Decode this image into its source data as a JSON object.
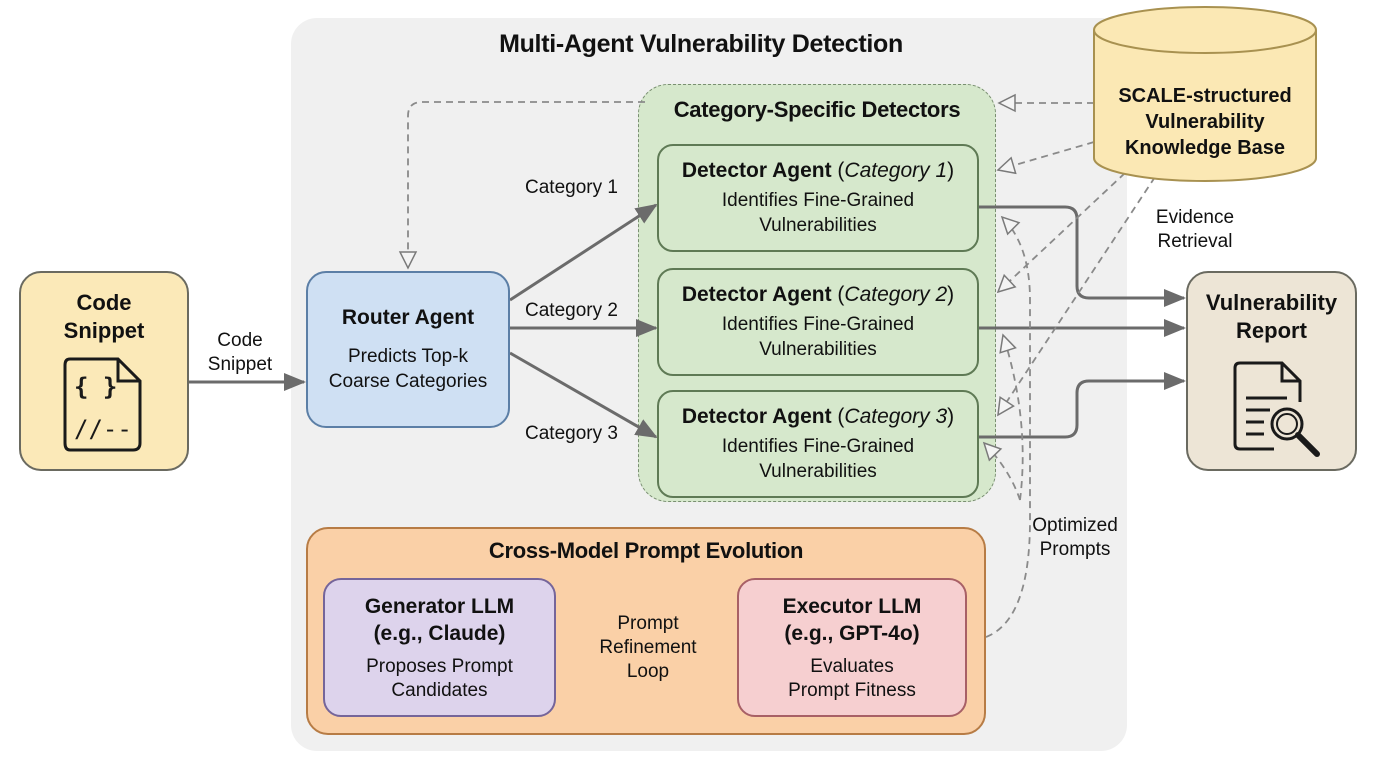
{
  "diagram": {
    "title": "Multi-Agent Vulnerability Detection",
    "input": {
      "title_line1": "Code",
      "title_line2": "Snippet",
      "icon": "code-file-icon",
      "icon_text_line1": "{ }",
      "icon_text_line2": "//--"
    },
    "input_edge_label": {
      "line1": "Code",
      "line2": "Snippet"
    },
    "router": {
      "title": "Router Agent",
      "desc_line1": "Predicts Top-k",
      "desc_line2": "Coarse Categories"
    },
    "route_labels": [
      "Category 1",
      "Category 2",
      "Category 3"
    ],
    "detectors_group": {
      "title": "Category-Specific Detectors",
      "detectors": [
        {
          "name": "Detector Agent",
          "category": "Category 1",
          "desc_line1": "Identifies Fine-Grained",
          "desc_line2": "Vulnerabilities"
        },
        {
          "name": "Detector Agent",
          "category": "Category 2",
          "desc_line1": "Identifies Fine-Grained",
          "desc_line2": "Vulnerabilities"
        },
        {
          "name": "Detector Agent",
          "category": "Category 3",
          "desc_line1": "Identifies Fine-Grained",
          "desc_line2": "Vulnerabilities"
        }
      ]
    },
    "knowledge_base": {
      "line1": "SCALE-structured",
      "line2": "Vulnerability",
      "line3": "Knowledge Base"
    },
    "evidence_label": {
      "line1": "Evidence",
      "line2": "Retrieval"
    },
    "output": {
      "title_line1": "Vulnerability",
      "title_line2": "Report",
      "icon": "report-search-icon"
    },
    "prompt_evolution": {
      "title": "Cross-Model Prompt Evolution",
      "generator": {
        "title_line1": "Generator LLM",
        "title_line2": "(e.g., Claude)",
        "desc_line1": "Proposes Prompt",
        "desc_line2": "Candidates"
      },
      "loop_label": {
        "line1": "Prompt",
        "line2": "Refinement",
        "line3": "Loop"
      },
      "executor": {
        "title_line1": "Executor LLM",
        "title_line2": "(e.g., GPT-4o)",
        "desc_line1": "Evaluates",
        "desc_line2": "Prompt Fitness"
      }
    },
    "optimized_label": {
      "line1": "Optimized",
      "line2": "Prompts"
    },
    "colors": {
      "input_fill": "#fbe9b8",
      "router_fill": "#cfe0f3",
      "detector_fill": "#d6e8cc",
      "knowledge_fill": "#fbe8b4",
      "report_fill": "#ede5d6",
      "evolution_fill": "#fad0a7",
      "generator_fill": "#ddd3ec",
      "executor_fill": "#f6cfd0",
      "panel_fill": "#f0f0f0",
      "arrow": "#6b6b6b"
    }
  }
}
